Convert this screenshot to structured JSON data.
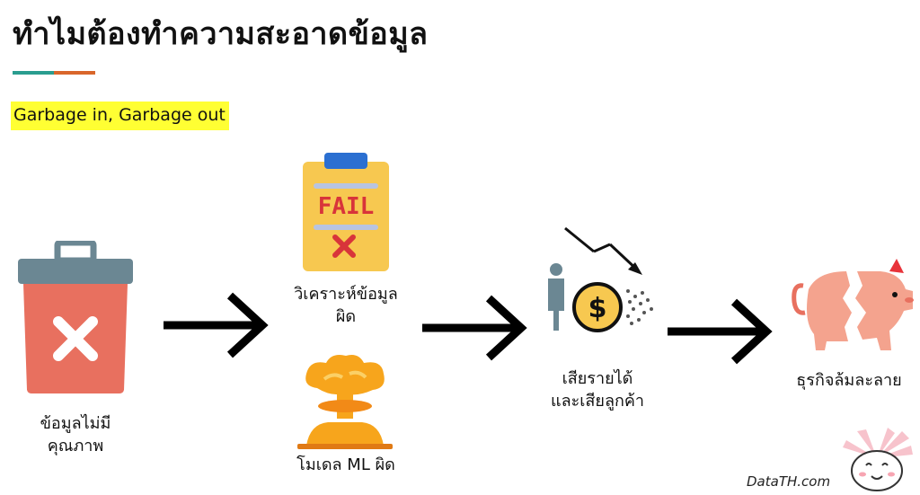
{
  "title": "ทำไมต้องทำความสะอาดข้อมูล",
  "subtitle": "Garbage in, Garbage out",
  "colors": {
    "underline_left": "#2a9d8f",
    "underline_right": "#d9662b",
    "highlight": "#ffff33",
    "trash_body": "#e8705f",
    "trash_lid": "#6b8793",
    "clipboard": "#f7c850",
    "fail_text": "#d8343a",
    "explosion": "#f7a51c",
    "coin": "#f7c850",
    "piggy": "#f4a38e",
    "arrow": "#000000"
  },
  "icons": {
    "trash": "trash-bin-icon",
    "clipboard": "fail-clipboard-icon",
    "explosion": "explosion-icon",
    "money": "money-loss-icon",
    "piggy": "broken-piggy-bank-icon",
    "mascot": "rabbit-mascot-icon"
  },
  "nodes": {
    "bad_data": {
      "line1": "ข้อมูลไม่มี",
      "line2": "คุณภาพ"
    },
    "wrong_analysis": {
      "line1": "วิเคราะห์ข้อมูล",
      "line2": "ผิด"
    },
    "wrong_model": {
      "line1": "โมเดล ML ผิด"
    },
    "lose_revenue": {
      "line1": "เสียรายได้",
      "line2": "และเสียลูกค้า"
    },
    "bankrupt": {
      "line1": "ธุรกิจล้มละลาย"
    }
  },
  "clipboard_text": "FAIL",
  "money_symbol": "$",
  "brand": "DataTH.com"
}
